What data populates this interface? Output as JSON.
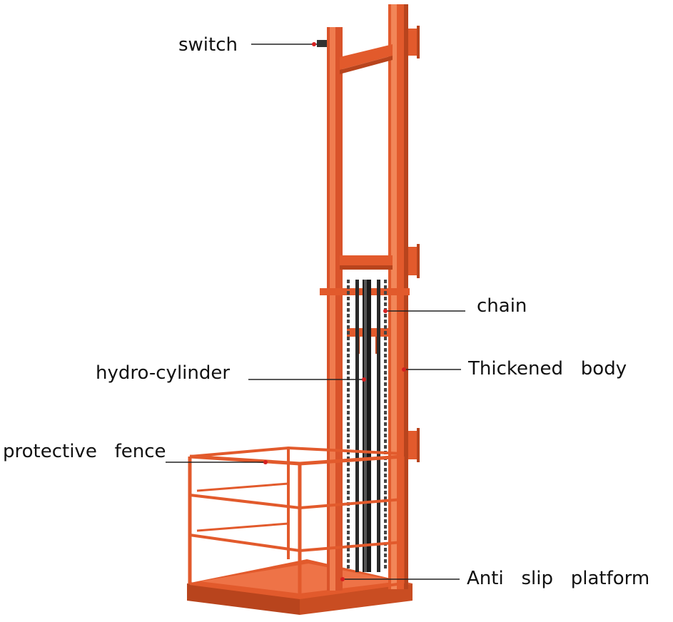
{
  "labels": {
    "switch": "switch",
    "chain": "chain",
    "hydro_cylinder": "hydro-cylinder",
    "thickened_body": "Thickened   body",
    "protective_fence": "protective   fence",
    "anti_slip_platform": "Anti   slip   platform"
  },
  "colors": {
    "frame": "#E25A2C",
    "frame_dark": "#B8441D",
    "frame_light": "#F07C4F",
    "cylinder": "#1A1A1A",
    "leader": "#222222",
    "marker": "#D62020"
  }
}
